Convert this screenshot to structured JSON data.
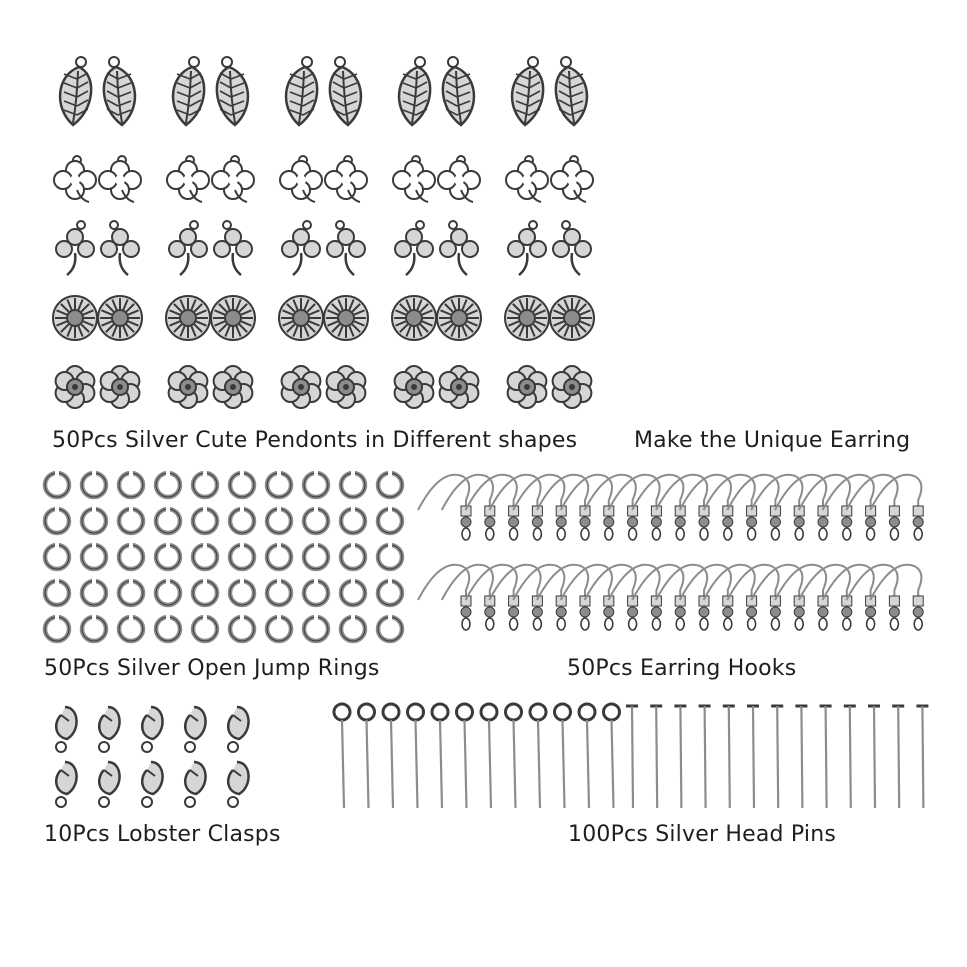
{
  "captions": {
    "pendants": "50Pcs Silver Cute Pendonts in Different shapes",
    "tagline": "Make the Unique Earring",
    "jump_rings": "50Pcs Silver Open Jump Rings",
    "earring_hooks": "50Pcs Earring Hooks",
    "lobster_clasps": "10Pcs Lobster Clasps",
    "head_pins": "100Pcs Silver Head Pins"
  },
  "items": {
    "pendant_rows": [
      "leaf",
      "clover",
      "shamrock",
      "sunflower",
      "daisy"
    ],
    "pendants_per_row": 10,
    "jump_ring_grid": {
      "rows": 5,
      "cols": 10
    },
    "earring_hook_rows": 2,
    "earring_hooks_per_row": 20,
    "lobster_clasp_grid": {
      "rows": 2,
      "cols": 5
    },
    "eye_pins": 12,
    "flat_head_pins": 13
  },
  "colors": {
    "background": "#ffffff",
    "metal": "#8c8c8c",
    "metal_dark": "#3a3a3a",
    "metal_light": "#d6d6d6"
  }
}
